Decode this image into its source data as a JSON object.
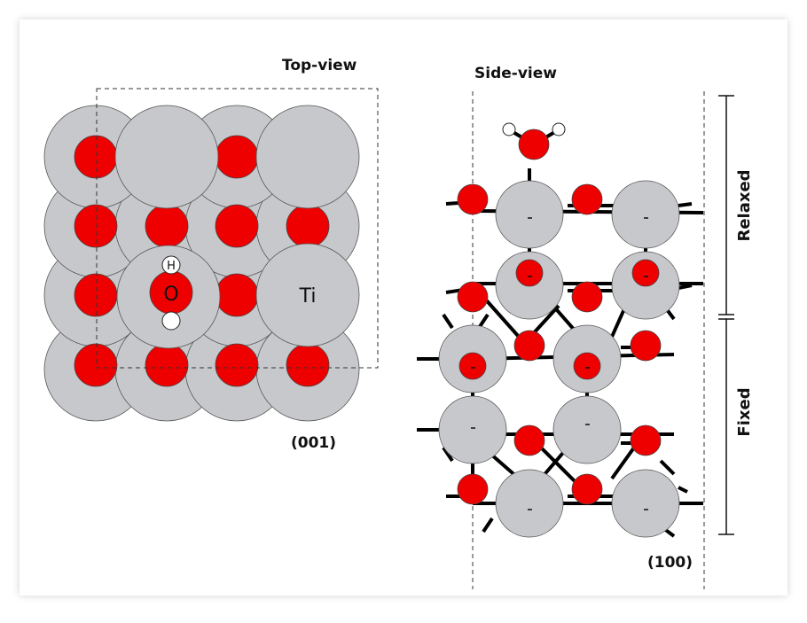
{
  "labels": {
    "top_view": "Top-view",
    "side_view": "Side-view",
    "facet_top": "(001)",
    "facet_side": "(100)",
    "relaxed": "Relaxed",
    "fixed": "Fixed",
    "atom_h": "H",
    "atom_o": "O",
    "atom_ti": "Ti"
  },
  "colors": {
    "oxygen": "#ee0000",
    "titanium": "#c7c8cb",
    "hydrogen": "#ffffff",
    "bond": "#000000"
  }
}
